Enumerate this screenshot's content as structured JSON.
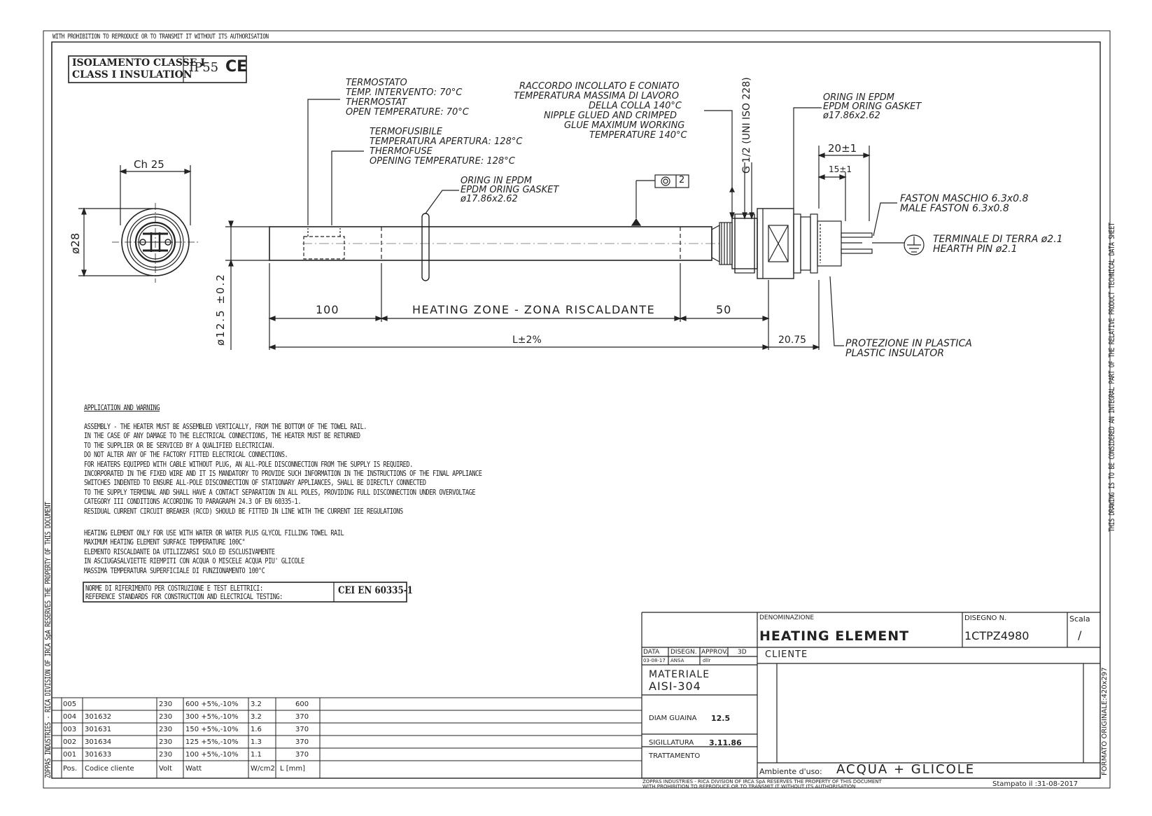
{
  "header": {
    "top_notice": "WITH PROHIBITION TO REPRODUCE OR TO TRANSMIT IT WITHOUT ITS AUTHORISATION",
    "right_side_notice": "THIS DRAWING IS TO BE CONSIDERED AN INTEGRAL PART OF THE RELATIVE PRODUCT TECHNICAL DATA SHEET",
    "left_side_notice": "ZOPPAS INDUSTRIES - RICA DIVISION OF IRCA SpA RESERVES THE PROPERTY OF THIS DOCUMENT",
    "format_notice": "FORMATO ORIGINALE:420x297"
  },
  "insulation": {
    "line1": "ISOLAMENTO CLASSE I",
    "line2": "CLASS I INSULATION",
    "ip": "IP55",
    "ce": "CE"
  },
  "drawing": {
    "ch": "Ch 25",
    "d28": "ø28",
    "d125": "ø12.5 ±0.2",
    "dim100": "100",
    "heating_zone": "HEATING ZONE - ZONA RISCALDANTE",
    "dim50": "50",
    "dimL": "L±2%",
    "dim2075": "20.75",
    "dim20": "20±1",
    "dim15": "15±1",
    "thread": "G 1/2 (UNI ISO 228)",
    "tol_symbol": "◎",
    "tol_value": "2",
    "thermostat": [
      "TERMOSTATO",
      "TEMP. INTERVENTO: 70°C",
      "THERMOSTAT",
      "OPEN TEMPERATURE: 70°C"
    ],
    "thermofuse": [
      "TERMOFUSIBILE",
      "TEMPERATURA APERTURA: 128°C",
      "THERMOFUSE",
      "OPENING TEMPERATURE: 128°C"
    ],
    "oring_mid": [
      "ORING IN EPDM",
      "EPDM ORING GASKET",
      "ø17.86x2.62"
    ],
    "raccordo": [
      "RACCORDO INCOLLATO E CONIATO",
      "TEMPERATURA MASSIMA DI LAVORO",
      "DELLA COLLA 140°C",
      "NIPPLE GLUED AND CRIMPED",
      "GLUE MAXIMUM WORKING",
      "TEMPERATURE 140°C"
    ],
    "oring_right": [
      "ORING IN EPDM",
      "EPDM ORING GASKET",
      "ø17.86x2.62"
    ],
    "faston": [
      "FASTON MASCHIO 6.3x0.8",
      "MALE FASTON 6.3x0.8"
    ],
    "earth": [
      "TERMINALE DI TERRA ø2.1",
      "HEARTH PIN ø2.1"
    ],
    "protection": [
      "PROTEZIONE IN PLASTICA",
      "PLASTIC INSULATOR"
    ]
  },
  "notes": {
    "heading": "APPLICATION AND WARNING",
    "block1": [
      "ASSEMBLY - THE HEATER MUST BE ASSEMBLED VERTICALLY, FROM THE BOTTOM OF THE TOWEL RAIL.",
      "IN THE CASE OF ANY DAMAGE TO THE ELECTRICAL CONNECTIONS, THE HEATER MUST BE RETURNED",
      "TO THE SUPPLIER OR BE SERVICED BY A QUALIFIED ELECTRICIAN.",
      "DO NOT ALTER ANY OF THE FACTORY FITTED ELECTRICAL CONNECTIONS.",
      "FOR HEATERS EQUIPPED WITH CABLE WITHOUT PLUG, AN ALL-POLE DISCONNECTION FROM THE SUPPLY IS REQUIRED.",
      "INCORPORATED IN THE FIXED WIRE AND IT IS MANDATORY TO PROVIDE SUCH INFORMATION IN THE INSTRUCTIONS OF THE FINAL APPLIANCE",
      "SWITCHES INDENTED TO ENSURE ALL-POLE DISCONNECTION OF STATIONARY APPLIANCES, SHALL BE DIRECTLY CONNECTED",
      "TO THE SUPPLY TERMINAL AND SHALL HAVE A CONTACT SEPARATION IN ALL POLES, PROVIDING FULL DISCONNECTION UNDER OVERVOLTAGE",
      "CATEGORY III CONDITIONS ACCORDING TO PARAGRAPH 24.3 OF EN 60335-1.",
      "RESIDUAL CURRENT CIRCUIT BREAKER (RCCD) SHOULD BE FITTED IN LINE WITH THE CURRENT IEE REGULATIONS"
    ],
    "block2": [
      "HEATING ELEMENT ONLY FOR USE WITH WATER OR WATER PLUS GLYCOL FILLING TOWEL RAIL",
      "MAXIMUM HEATING ELEMENT SURFACE TEMPERATURE 100C°",
      "ELEMENTO RISCALDANTE DA UTILIZZARSI SOLO ED ESCLUSIVAMENTE",
      "IN ASCIUGASALVIETTE RIEMPITI CON ACQUA O MISCELE ACQUA PIU' GLICOLE",
      "MASSIMA TEMPERATURA SUPERFICIALE DI FUNZIONAMENTO 100°C"
    ],
    "norm1": "NORME DI RIFERIMENTO PER COSTRUZIONE E TEST ELETTRICI:",
    "norm2": "REFERENCE STANDARDS FOR CONSTRUCTION AND ELECTRICAL TESTING:",
    "norm_std": "CEI EN 60335-1"
  },
  "parts_table": {
    "headers": [
      "Pos.",
      "Codice cliente",
      "Volt",
      "Watt",
      "W/cm2",
      "L [mm]"
    ],
    "rows": [
      [
        "005",
        "",
        "230",
        "600 +5%,-10%",
        "3.2",
        "600"
      ],
      [
        "004",
        "301632",
        "230",
        "300 +5%,-10%",
        "3.2",
        "370"
      ],
      [
        "003",
        "301631",
        "230",
        "150 +5%,-10%",
        "1.6",
        "370"
      ],
      [
        "002",
        "301634",
        "230",
        "125 +5%,-10%",
        "1.3",
        "370"
      ],
      [
        "001",
        "301633",
        "230",
        "100 +5%,-10%",
        "1.1",
        "370"
      ]
    ]
  },
  "title_block": {
    "denominazione_label": "DENOMINAZIONE",
    "denominazione": "HEATING ELEMENT",
    "disegno_label": "DISEGNO N.",
    "disegno": "1CTPZ4980",
    "scala_label": "Scala",
    "scala": "/",
    "data_label": "DATA",
    "disegn_label": "DISEGN.",
    "approv_label": "APPROV.",
    "td_label": "3D",
    "data": "03-08-17",
    "disegn": "ANSA",
    "approv": "dllr",
    "cliente_label": "CLIENTE",
    "materiale_label": "MATERIALE",
    "materiale": "AISI-304",
    "diam_label": "DIAM GUAINA",
    "diam": "12.5",
    "sig_label": "SIGILLATURA",
    "sig": "3.11.86",
    "tratt_label": "TRATTAMENTO",
    "ambiente_label": "Ambiente d'uso:",
    "ambiente": "ACQUA + GLICOLE",
    "footer1": "ZOPPAS INDUSTRIES - RICA DIVISION OF IRCA SpA RESERVES THE PROPERTY OF THIS DOCUMENT",
    "footer2": "WITH PROHIBITION TO REPRODUCE OR TO TRANSMIT IT WITHOUT ITS AUTHORISATION",
    "stampato": "Stampato il :31-08-2017"
  }
}
